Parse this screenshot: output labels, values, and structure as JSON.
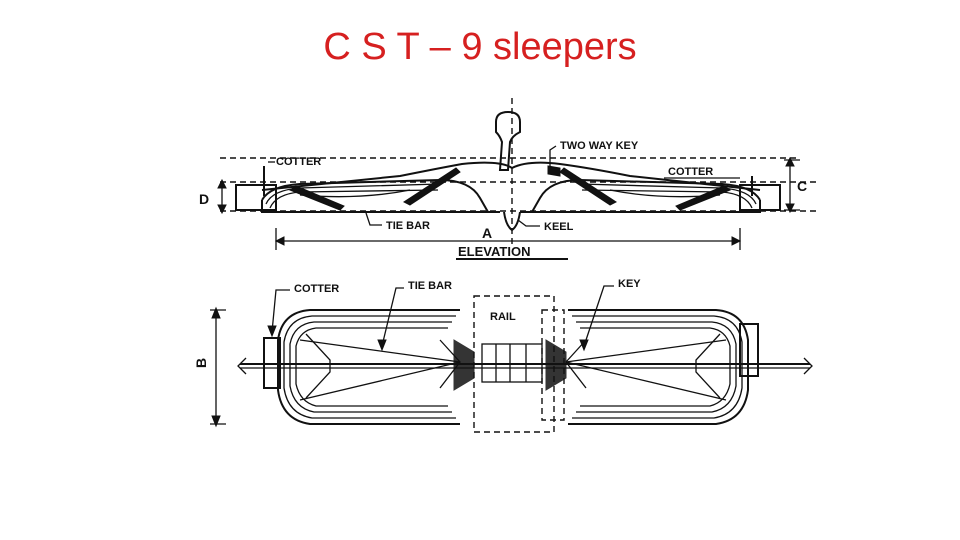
{
  "title": "C S T – 9 sleepers",
  "diagram": {
    "elevation": {
      "labels": {
        "two_way_key": "TWO WAY KEY",
        "cotter_left": "COTTER",
        "cotter_right": "COTTER",
        "tie_bar": "TIE BAR",
        "keel": "KEEL",
        "dim_a": "A",
        "dim_c": "C",
        "dim_d": "D",
        "view_title": "ELEVATION"
      }
    },
    "plan": {
      "labels": {
        "cotter": "COTTER",
        "tie_bar": "TIE BAR",
        "key": "KEY",
        "rail": "RAIL",
        "dim_b": "B"
      }
    }
  }
}
